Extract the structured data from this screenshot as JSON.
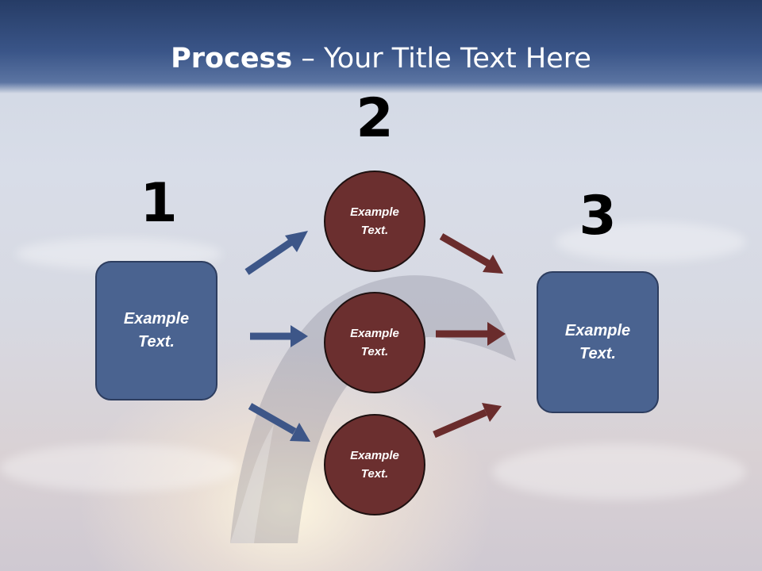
{
  "title": {
    "bold": "Process",
    "rest": " – Your Title Text Here"
  },
  "steps": {
    "one": {
      "number": "1",
      "text": "Example\nText."
    },
    "two": {
      "number": "2",
      "items": [
        {
          "text": "Example\nText."
        },
        {
          "text": "Example\nText."
        },
        {
          "text": "Example\nText."
        }
      ]
    },
    "three": {
      "number": "3",
      "text": "Example\nText."
    }
  },
  "colors": {
    "box_fill": "#4a6390",
    "circle_fill": "#6b2f2f",
    "blue_arrow": "#3d5688",
    "red_arrow": "#6a2c2c",
    "title_bar": "#3a5588"
  }
}
